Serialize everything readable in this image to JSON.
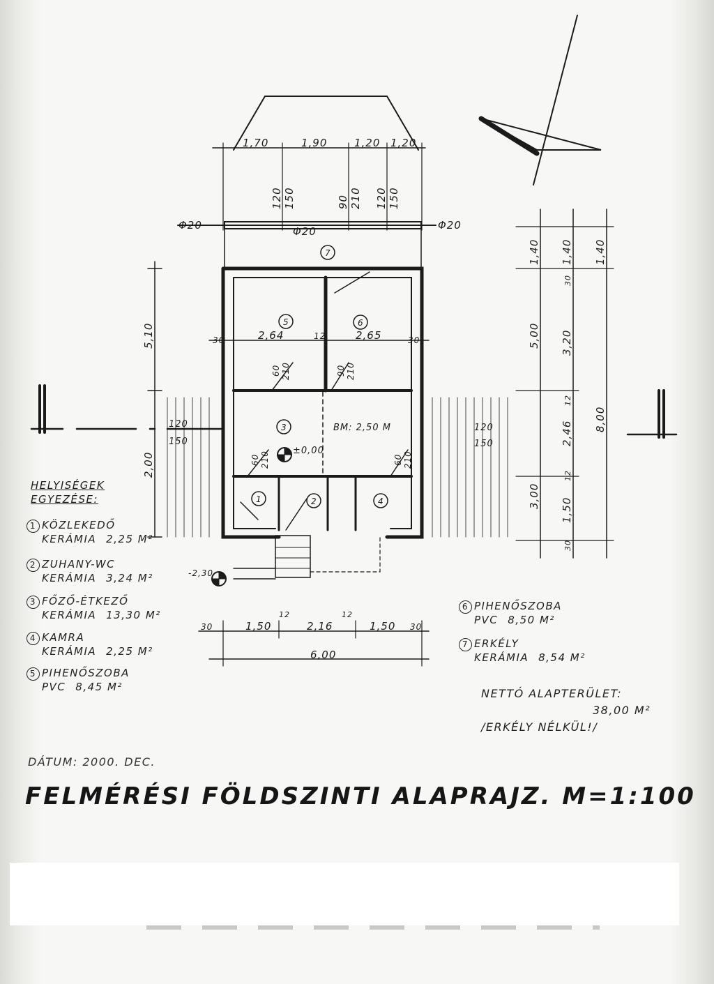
{
  "title": "FELMÉRÉSI FÖLDSZINTI ALAPRAJZ. M=1:100",
  "date": "DÁTUM: 2000. DEC.",
  "legend": {
    "title_line1": "HELYISÉGEK",
    "title_line2": "EGYEZÉSE:",
    "items": [
      {
        "num": "1",
        "name": "KÖZLEKEDŐ",
        "material": "KERÁMIA",
        "area": "2,25 M²"
      },
      {
        "num": "2",
        "name": "ZUHANY-WC",
        "material": "KERÁMIA",
        "area": "3,24 M²"
      },
      {
        "num": "3",
        "name": "FŐZŐ-ÉTKEZŐ",
        "material": "KERÁMIA",
        "area": "13,30 M²"
      },
      {
        "num": "4",
        "name": "KAMRA",
        "material": "KERÁMIA",
        "area": "2,25 M²"
      },
      {
        "num": "5",
        "name": "PIHENŐSZOBA",
        "material": "PVC",
        "area": "8,45 M²"
      },
      {
        "num": "6",
        "name": "PIHENŐSZOBA",
        "material": "PVC",
        "area": "8,50 M²"
      },
      {
        "num": "7",
        "name": "ERKÉLY",
        "material": "KERÁMIA",
        "area": "8,54 M²"
      }
    ]
  },
  "total": {
    "label": "NETTÓ ALAPTERÜLET:",
    "value": "38,00 M²",
    "note": "/ERKÉLY NÉLKÜL!/"
  },
  "dims": {
    "top": [
      "1,70",
      "1,90",
      "1,20",
      "1,20"
    ],
    "top_vert": [
      "120",
      "150",
      "90",
      "210",
      "120",
      "150"
    ],
    "phi_left": "Φ20",
    "phi_mid": "Φ20",
    "phi_right": "Φ20",
    "room_widths": [
      "30",
      "2,64",
      "12",
      "2,65",
      "30"
    ],
    "bottom": [
      "30",
      "1,50",
      "12",
      "2,16",
      "12",
      "1,50",
      "30"
    ],
    "bottom_total": "6,00",
    "left_vert": [
      "5,10",
      "2,00"
    ],
    "right_col1": [
      "1,40",
      "5,00",
      "3,00"
    ],
    "right_col2": [
      "1,40",
      "30",
      "3,20",
      "12",
      "2,46",
      "12",
      "1,50",
      "30"
    ],
    "right_col3": [
      "1,40",
      "8,00"
    ],
    "side_left": [
      "120",
      "150"
    ],
    "side_right": [
      "120",
      "150"
    ],
    "door_labels": [
      "60",
      "210",
      "90",
      "210",
      "60",
      "210",
      "60",
      "210"
    ],
    "bm": "BM: 2,50 M",
    "room_nums": [
      "1",
      "2",
      "3",
      "4",
      "5",
      "6",
      "7"
    ],
    "level": "±0,00",
    "level2": "-2,30"
  }
}
